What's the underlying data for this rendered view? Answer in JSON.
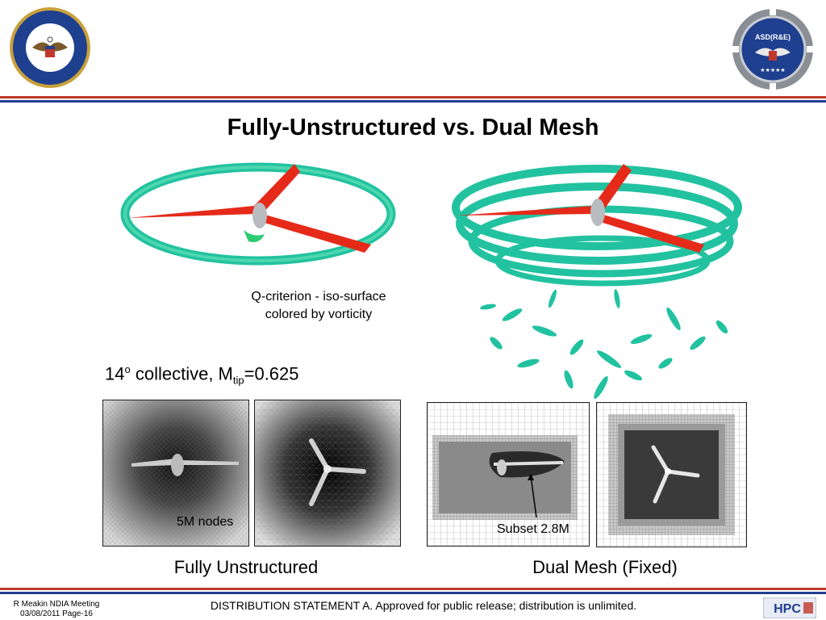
{
  "header": {
    "left_logo_icon": "dod-seal-icon",
    "right_logo_icon": "asd-rne-gear-icon",
    "right_logo_text": "ASD(R&E)",
    "colors": {
      "rule_red": "#c0392b",
      "rule_blue": "#1f3f8f"
    }
  },
  "slide": {
    "title": "Fully-Unstructured vs. Dual Mesh",
    "caption_line1": "Q-criterion - iso-surface",
    "caption_line2": "colored by vorticity",
    "collective_prefix": "14",
    "collective_sup": "o",
    "collective_mid": " collective, M",
    "collective_sub": "tip",
    "collective_suffix": "=0.625",
    "nodes_label": "5M nodes",
    "subset_label": "Subset 2.8M",
    "label_left": "Fully Unstructured",
    "label_right": "Dual Mesh (Fixed)"
  },
  "footer": {
    "meeting": "R Meakin NDIA Meeting",
    "date_page": "03/08/2011 Page-16",
    "statement": "DISTRIBUTION STATEMENT A. Approved for public release; distribution is unlimited.",
    "logo_text": "HPC"
  }
}
